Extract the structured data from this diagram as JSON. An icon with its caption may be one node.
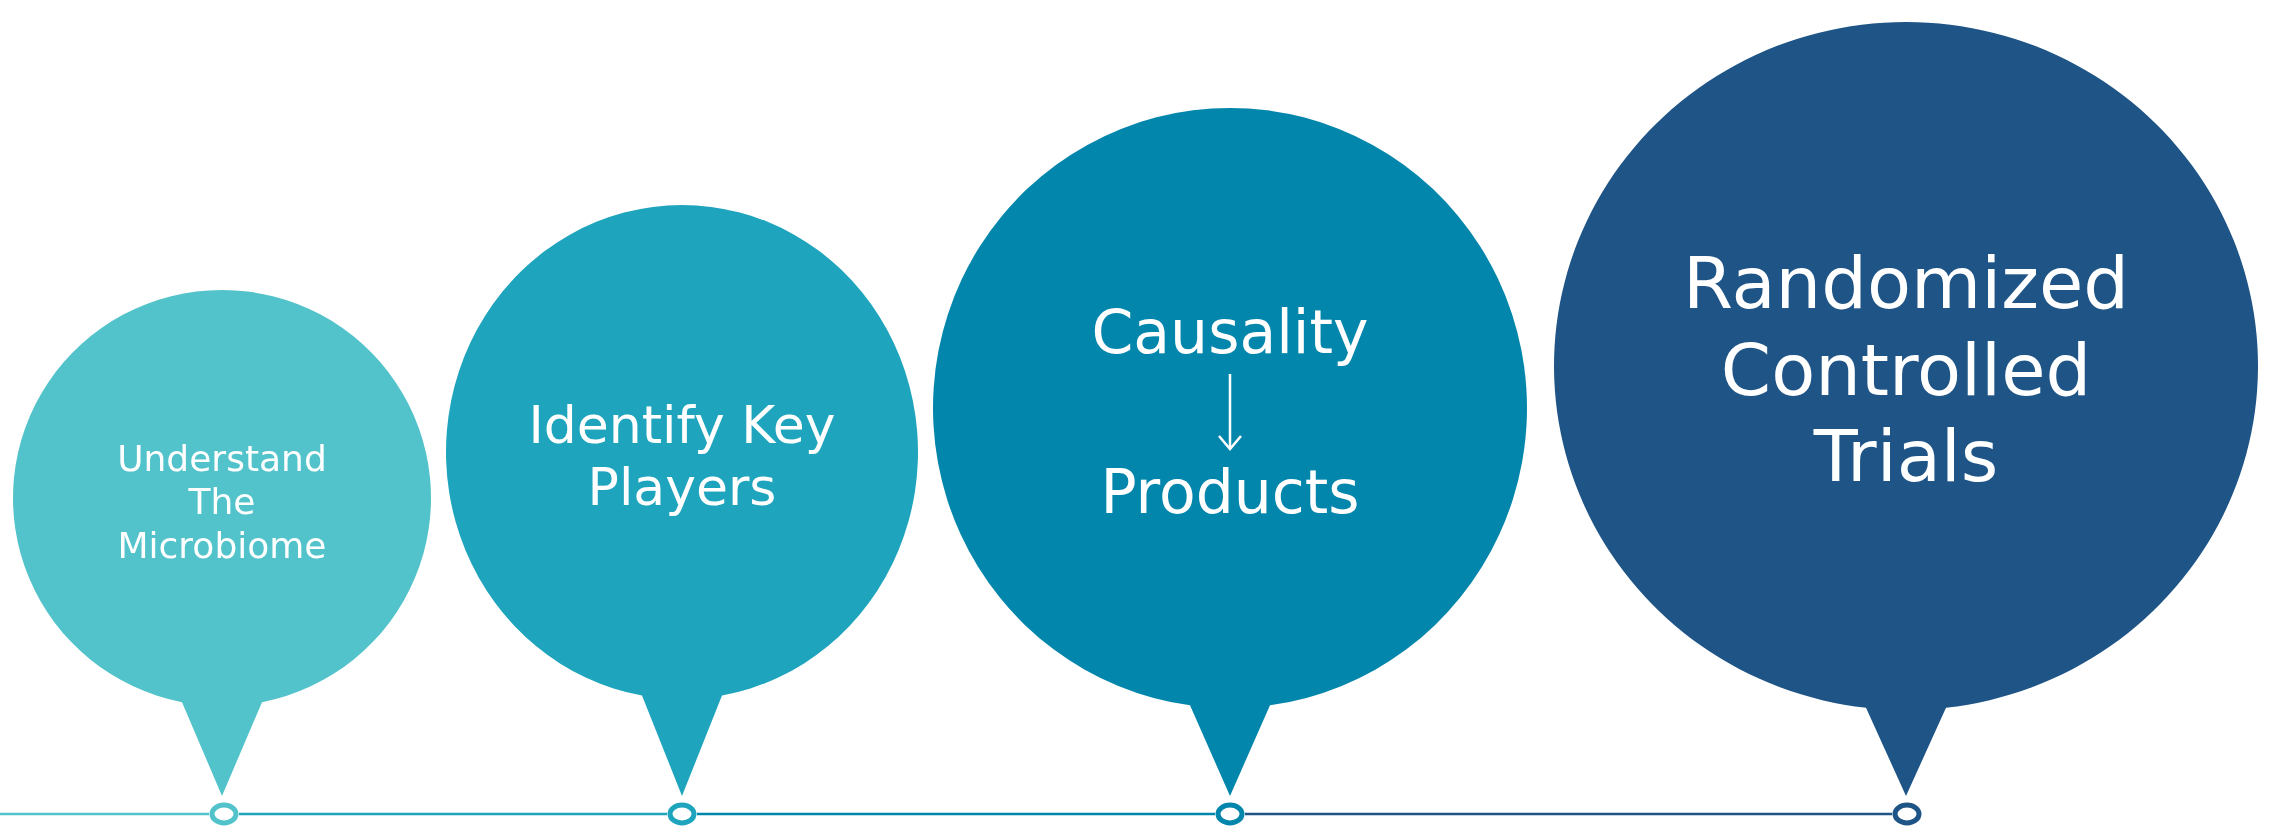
{
  "diagram": {
    "nodes": [
      {
        "text": [
          "Understand The Microbiome"
        ]
      },
      {
        "text": [
          "Identify Key Players"
        ]
      },
      {
        "text": [
          "Causality",
          "Products"
        ]
      },
      {
        "text": [
          "Randomized Controlled Trials"
        ]
      },
      {
        "text": [],
        "shape": "circle"
      },
      {
        "text": [],
        "shape": "circle"
      },
      {
        "text": [],
        "shape": "circle"
      },
      {
        "text": [],
        "shape": "circle"
      }
    ],
    "edges": [
      {
        "from": null,
        "to": 4,
        "arrow": "none",
        "color": "#52c3ca"
      },
      {
        "from": 4,
        "to": 5,
        "arrow": "none",
        "color": "#1ea5bd"
      },
      {
        "from": 5,
        "to": 6,
        "arrow": "none",
        "color": "#0386ab"
      },
      {
        "from": 6,
        "to": 7,
        "arrow": "none",
        "color": "#1e5486"
      }
    ]
  }
}
